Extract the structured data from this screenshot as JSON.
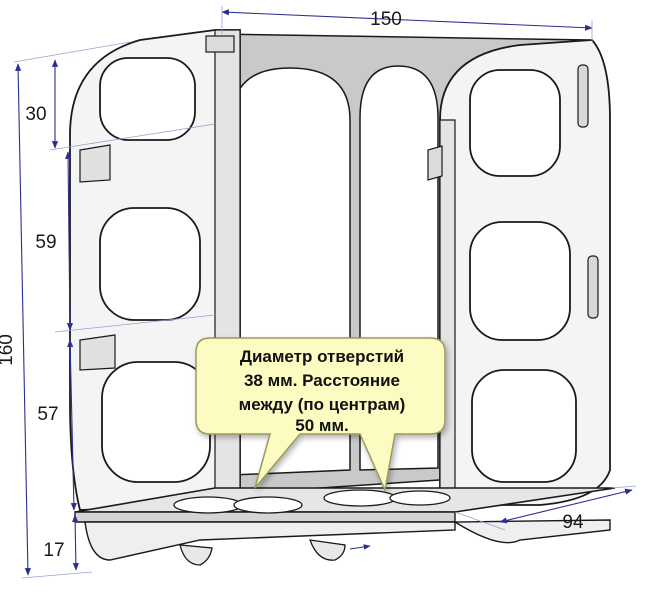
{
  "dimensions": {
    "width_top": "150",
    "height_total": "160",
    "section_top": "30",
    "section_middle": "59",
    "section_lower": "57",
    "section_base": "17",
    "depth_base": "94"
  },
  "callout": {
    "line1": "Диаметр отверстий",
    "line2": "38 мм. Расстояние",
    "line3": "между (по центрам)",
    "line4": "50 мм."
  },
  "colors": {
    "panel_fill": "#f4f4f4",
    "panel_stroke": "#1a1a1a",
    "back_panel": "#c9c9c9",
    "dimension_line": "#2b2f8f",
    "callout_fill": "#fbfbc2",
    "callout_stroke": "#9a9a5a"
  }
}
